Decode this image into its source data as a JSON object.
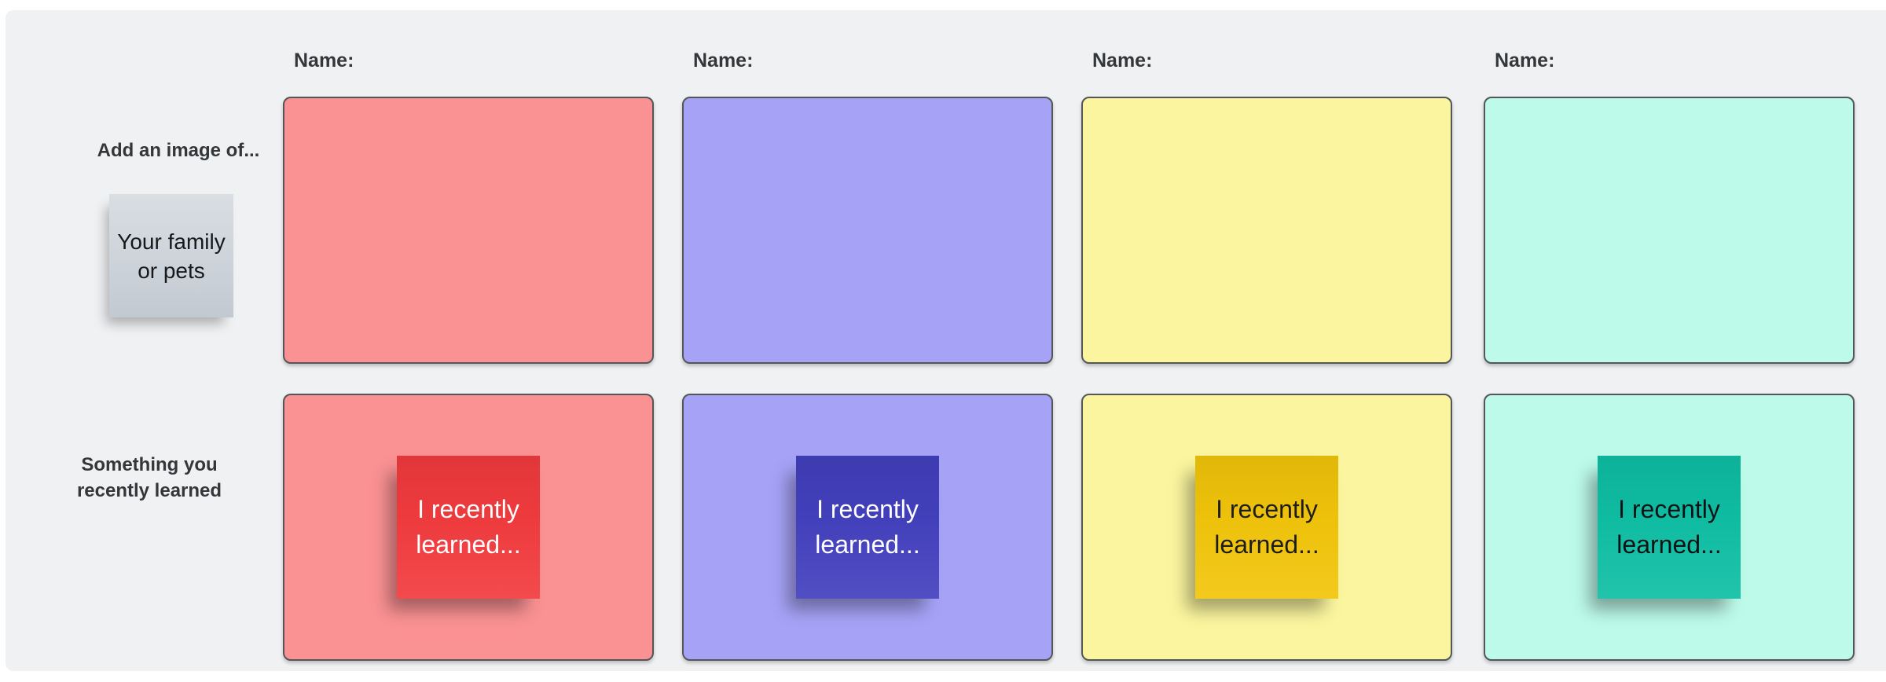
{
  "board": {
    "canvas_color": "#F0F1F3",
    "shape_border_color": "#54575A",
    "heading_text_color": "#34373A",
    "rows": [
      {
        "label": "Add an image of...",
        "prompt_note": {
          "text": "Your family or pets",
          "bg": "#CDD3DA",
          "text_color": "#16181A"
        }
      },
      {
        "label": "Something you recently learned"
      }
    ],
    "columns": [
      {
        "name_label": "Name:",
        "board_color": "#FA9193",
        "note": {
          "text": "I recently learned...",
          "bg": "#F23B3E",
          "text_color": "#FFFFFF"
        }
      },
      {
        "name_label": "Name:",
        "board_color": "#A6A3F7",
        "note": {
          "text": "I recently learned...",
          "bg": "#4340BE",
          "text_color": "#FFFFFF"
        }
      },
      {
        "name_label": "Name:",
        "board_color": "#FAF59E",
        "note": {
          "text": "I recently learned...",
          "bg": "#F2C50A",
          "text_color": "#1D1D1F"
        }
      },
      {
        "name_label": "Name:",
        "board_color": "#BDFAE9",
        "note": {
          "text": "I recently learned...",
          "bg": "#0EBFA4",
          "text_color": "#101214"
        }
      }
    ]
  }
}
